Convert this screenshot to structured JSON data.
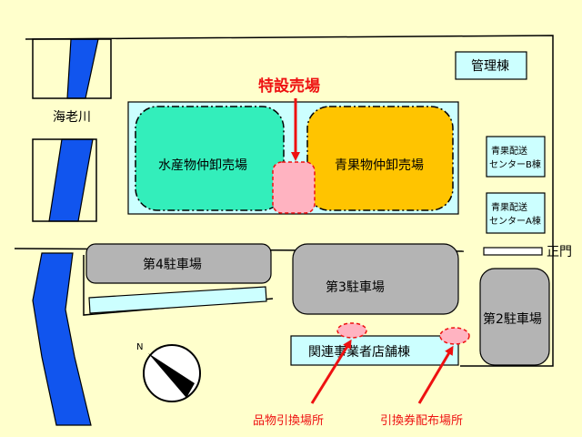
{
  "colors": {
    "background": "#ffffcc",
    "market_zone": "#ccffff",
    "marine_market": "#33eebb",
    "produce_market": "#ffc400",
    "special_sales": "#ffb3c1",
    "parking": "#b4b4b4",
    "building": "#ccffff",
    "river": "#1155ee",
    "annotation": "#ee1111"
  },
  "map": {
    "river_label": "海老川",
    "marine_market_label": "水産物仲卸売場",
    "produce_market_label": "青果物仲卸売場",
    "special_sales_label": "特設売場",
    "admin_building_label": "管理棟",
    "produce_center_b_line1": "青果配送",
    "produce_center_b_line2": "センターB棟",
    "produce_center_a_line1": "青果配送",
    "produce_center_a_line2": "センターA棟",
    "main_gate_label": "正門",
    "parking_4_label": "第4駐車場",
    "parking_3_label": "第3駐車場",
    "parking_2_label": "第2駐車場",
    "shops_building_label": "関連事業者店舗棟",
    "goods_pickup_label": "品物引換場所",
    "voucher_distribution_label": "引換券配布場所",
    "compass_north_label": "N"
  }
}
